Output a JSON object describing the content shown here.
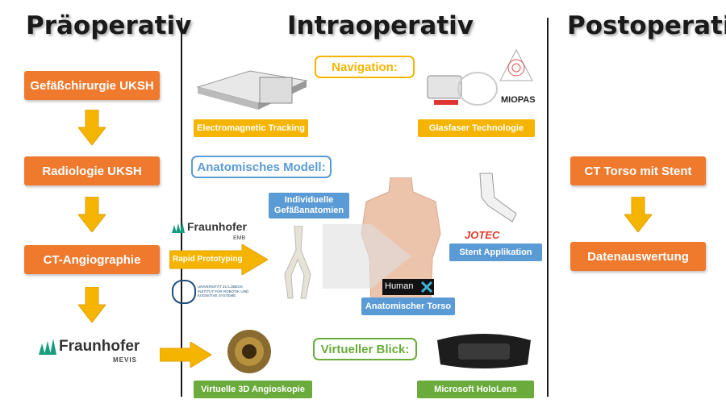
{
  "columns": {
    "pre": "Präoperativ",
    "intra": "Intraoperativ",
    "post": "Postoperativ"
  },
  "pre_steps": [
    "Gefäßchirurgie UKSH",
    "Radiologie UKSH",
    "CT-Angiographie"
  ],
  "post_steps": [
    "CT Torso mit Stent",
    "Datenauswertung"
  ],
  "sections": {
    "navigation": "Navigation:",
    "anatomisches_modell": "Anatomisches Modell:",
    "virtueller_blick": "Virtueller Blick:"
  },
  "labels": {
    "electromagnetic_tracking": "Electromagnetic Tracking",
    "glasfaser": "Glasfaser Technologie",
    "individuelle": "Individuelle Gefäßanatomien",
    "stent_applikation": "Stent Applikation",
    "anatomischer_torso": "Anatomischer Torso",
    "rapid_prototyping": "Rapid Prototyping",
    "virtuelle_angioskopie": "Virtuelle 3D Angioskopie",
    "hololens": "Microsoft HoloLens"
  },
  "logos": {
    "fraunhofer_emb": "Fraunhofer",
    "emb": "EMB",
    "fraunhofer_mevis": "Fraunhofer",
    "mevis": "MEVIS",
    "uni_luebeck": "UNIVERSITÄT ZU LÜBECK INSTITUT FÜR ROBOTIK UND KOGNITIVE SYSTEME",
    "miopas": "MIOPAS",
    "jotec": "JOTEC",
    "humanx": "Human"
  },
  "colors": {
    "orange": "#ef7a2e",
    "yellow": "#f4b400",
    "green": "#6aab3b",
    "blue": "#5b9bd5"
  }
}
